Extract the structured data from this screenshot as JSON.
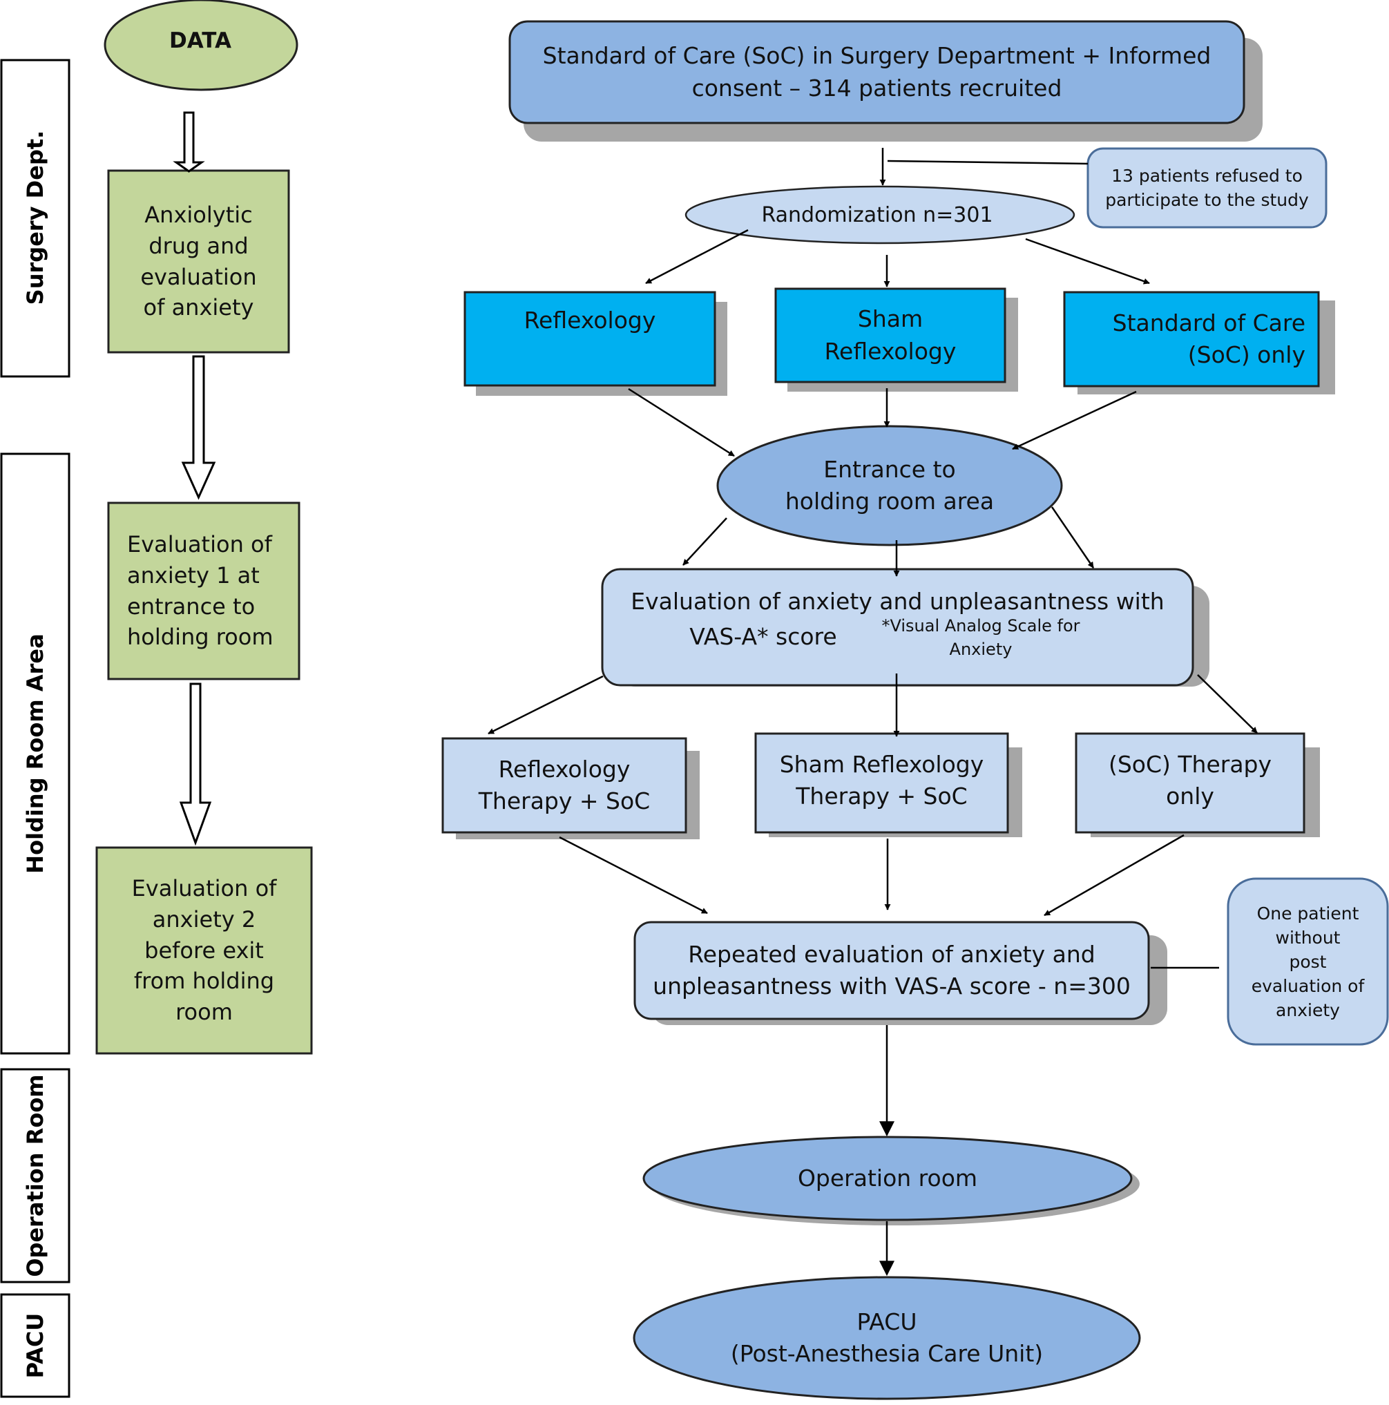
{
  "colors": {
    "green_fill": "#c3d69b",
    "green_stroke": "#222222",
    "cyan_fill": "#00b0f0",
    "blue_fill": "#8db3e2",
    "light_blue_fill": "#c6d9f1",
    "note_stroke": "#4a6d9a",
    "line": "#000000"
  },
  "phases": {
    "surgery_dept": "Surgery    Dept.",
    "holding_room_area": "Holding    Room    Area",
    "operation_room": "Operation  Room",
    "pacu": "PACU"
  },
  "data_column": {
    "header": "DATA",
    "step1": "Anxiolytic\ndrug and\nevaluation\nof anxiety",
    "step2": "Evaluation of\nanxiety 1 at\nentrance to\nholding room",
    "step3": "Evaluation of\nanxiety 2\nbefore exit\nfrom holding\nroom"
  },
  "flow": {
    "recruitment": "Standard of Care (SoC) in Surgery Department + Informed\nconsent – 314 patients recruited",
    "refused_note": "13 patients refused to\nparticipate to the study",
    "randomization": "Randomization n=301",
    "arm_reflexology": "Reflexology",
    "arm_sham": "Sham\nReflexology",
    "arm_soc": "Standard of Care\n(SoC) only",
    "entrance": "Entrance to\nholding room area",
    "evaluation_main": "Evaluation of anxiety and unpleasantness with",
    "evaluation_score": "VAS-A* score",
    "evaluation_footnote": "*Visual Analog Scale for Anxiety",
    "therapy_reflexology": "Reflexology\nTherapy  + SoC",
    "therapy_sham": "Sham Reflexology\nTherapy  + SoC",
    "therapy_soc": "(SoC) Therapy\nonly",
    "repeated_evaluation": "Repeated evaluation of anxiety and\nunpleasantness with VAS-A score - n=300",
    "missing_note": "One patient\nwithout\npost\nevaluation of\nanxiety",
    "operation_room": "Operation room",
    "pacu": "PACU\n(Post-Anesthesia Care Unit)"
  }
}
